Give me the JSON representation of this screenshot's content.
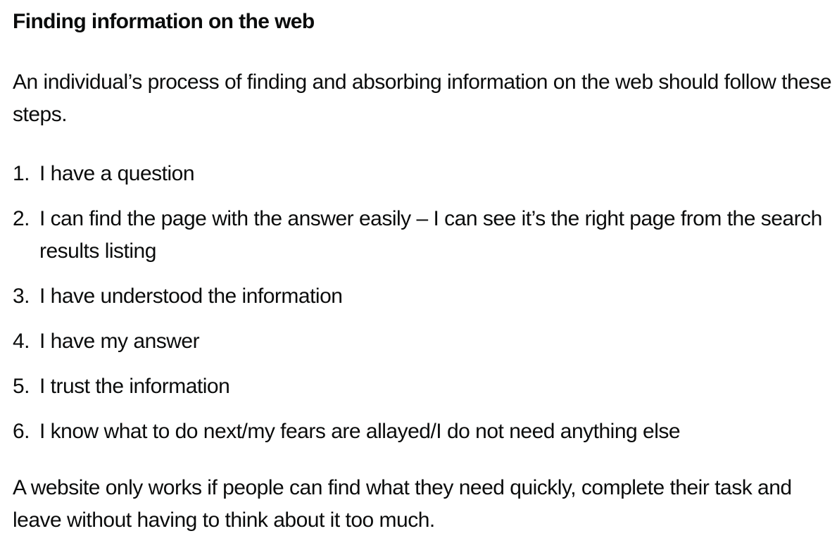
{
  "heading": "Finding information on the web",
  "intro": "An individual’s process of finding and absorbing information on the web should follow these steps.",
  "steps": [
    {
      "number": "1.",
      "text": "I have a question"
    },
    {
      "number": "2.",
      "text": "I can find the page with the answer easily – I can see it’s the right page from the search results listing"
    },
    {
      "number": "3.",
      "text": "I have understood the information"
    },
    {
      "number": "4.",
      "text": "I have my answer"
    },
    {
      "number": "5.",
      "text": "I trust the information"
    },
    {
      "number": "6.",
      "text": "I know what to do next/my fears are allayed/I do not need anything else"
    }
  ],
  "outro": "A website only works if people can find what they need quickly, complete their task and leave without having to think about it too much.",
  "colors": {
    "text": "#0b0c0c",
    "background": "#ffffff"
  }
}
